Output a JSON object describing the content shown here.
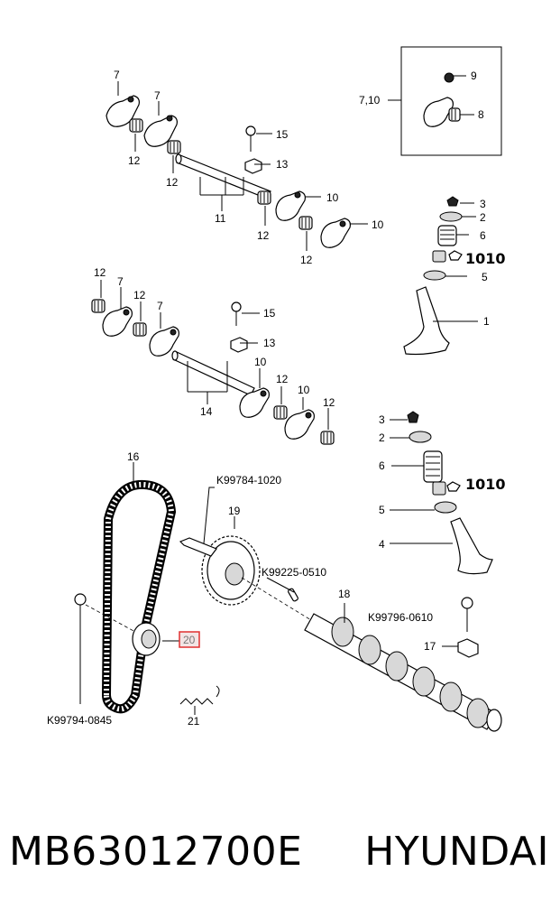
{
  "callouts": {
    "c7a": "7",
    "c7b": "7",
    "c12a": "12",
    "c12b": "12",
    "c15a": "15",
    "c13a": "13",
    "c11": "11",
    "c10a": "10",
    "c10b": "10",
    "c12c": "12",
    "c12d": "12",
    "c710": "7,10",
    "c9": "9",
    "c8": "8",
    "c3a": "3",
    "c2a": "2",
    "c6a": "6",
    "c1010a": "1010",
    "c5a": "5",
    "c1": "1",
    "c12e": "12",
    "c7c": "7",
    "c12f": "12",
    "c7d": "7",
    "c15b": "15",
    "c13b": "13",
    "c14": "14",
    "c10c": "10",
    "c12g": "12",
    "c10d": "10",
    "c12h": "12",
    "c3b": "3",
    "c2b": "2",
    "c6b": "6",
    "c1010b": "1010",
    "c5b": "5",
    "c4": "4",
    "c16": "16",
    "c19": "19",
    "c18": "18",
    "c17": "17",
    "c20": "20",
    "c21": "21",
    "k1": "K99784-1020",
    "k2": "K99225-0510",
    "k3": "K99796-0610",
    "k4": "K99794-0845"
  },
  "caption": {
    "part_number": "MB63012700E",
    "brand": "HYUNDAI"
  },
  "colors": {
    "highlight": "#e03030",
    "highlight_fill": "#f3e4e4"
  }
}
